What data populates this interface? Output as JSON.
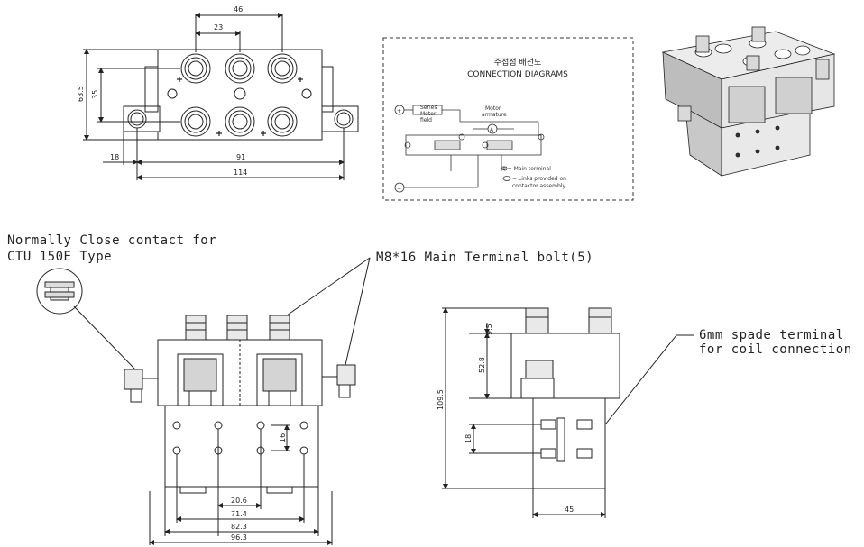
{
  "colors": {
    "line": "#222222",
    "fill_light": "#ececec",
    "fill_mid": "#d4d4d4",
    "fill_dark": "#9a9a9a"
  },
  "top_view": {
    "dims": {
      "d46": "46",
      "d23": "23",
      "d63_5": "63.5",
      "d35": "35",
      "d18": "18",
      "d91": "91",
      "d114": "114"
    }
  },
  "connection_diagram": {
    "title_kr": "주접점 배선도",
    "title_en": "CONNECTION DIAGRAMS",
    "plus": "+",
    "minus": "−",
    "field_label": [
      "Series",
      "Motor",
      "field"
    ],
    "armature_label": [
      "Motor",
      "armature"
    ],
    "armature_symbol": "A",
    "legend_main": "O = Main terminal",
    "legend_links": [
      "= Links provided on",
      "contactor assembly"
    ]
  },
  "notes": {
    "nc_contact_line1": "Normally Close contact for",
    "nc_contact_line2": "CTU 150E Type",
    "main_bolt": "M8*16 Main Terminal bolt(5)",
    "spade_line1": "6mm spade terminal",
    "spade_line2": "for coil connection"
  },
  "front_view": {
    "dims": {
      "d16": "16",
      "d20_6": "20.6",
      "d71_4": "71.4",
      "d82_3": "82.3",
      "d96_3": "96.3"
    }
  },
  "side_view": {
    "dims": {
      "d9_5": "9.5",
      "d52_8": "52.8",
      "d109_5": "109.5",
      "d18": "18",
      "d45": "45"
    }
  }
}
